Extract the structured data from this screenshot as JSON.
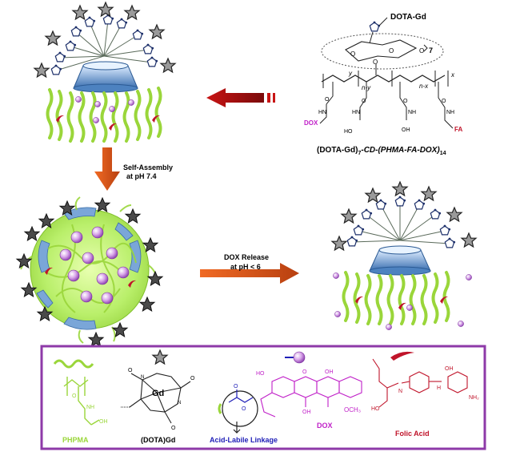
{
  "top_right": {
    "dota_gd": "DOTA-Gd",
    "repeat_7": "7",
    "y": "y",
    "n_y": "n-y",
    "n_x": "n-x",
    "x": "x",
    "dox": "DOX",
    "fa": "FA",
    "oh_left": "HO",
    "oh_right": "OH",
    "formula_a": "(DOTA-Gd)",
    "formula_sub7": "7",
    "formula_b": "-CD-(PHMA-FA-DOX)",
    "formula_sub14": "14"
  },
  "steps": {
    "self_assembly_line1": "Self-Assembly",
    "self_assembly_line2": "at pH 7.4",
    "release_line1": "DOX Release",
    "release_line2": "at pH < 6"
  },
  "legend": {
    "phpma": "PHPMA",
    "dotagd": "(DOTA)Gd",
    "linkage": "Acid-Labile Linkage",
    "dox": "DOX",
    "folic": "Folic Acid",
    "gd": "Gd",
    "och3": "OCH₃",
    "nh2": "NH₂",
    "oh": "OH",
    "ho": "HO",
    "n": "N",
    "h": "H",
    "o": "O"
  },
  "colors": {
    "phpma_green": "#9ad63a",
    "dox_purple": "#c020c8",
    "folic_red": "#c0142a",
    "linkage_blue": "#2020b8",
    "frame_purple": "#8e3aa8",
    "arrow_red": "#c81414",
    "arrow_orange": "#d85a1a"
  }
}
